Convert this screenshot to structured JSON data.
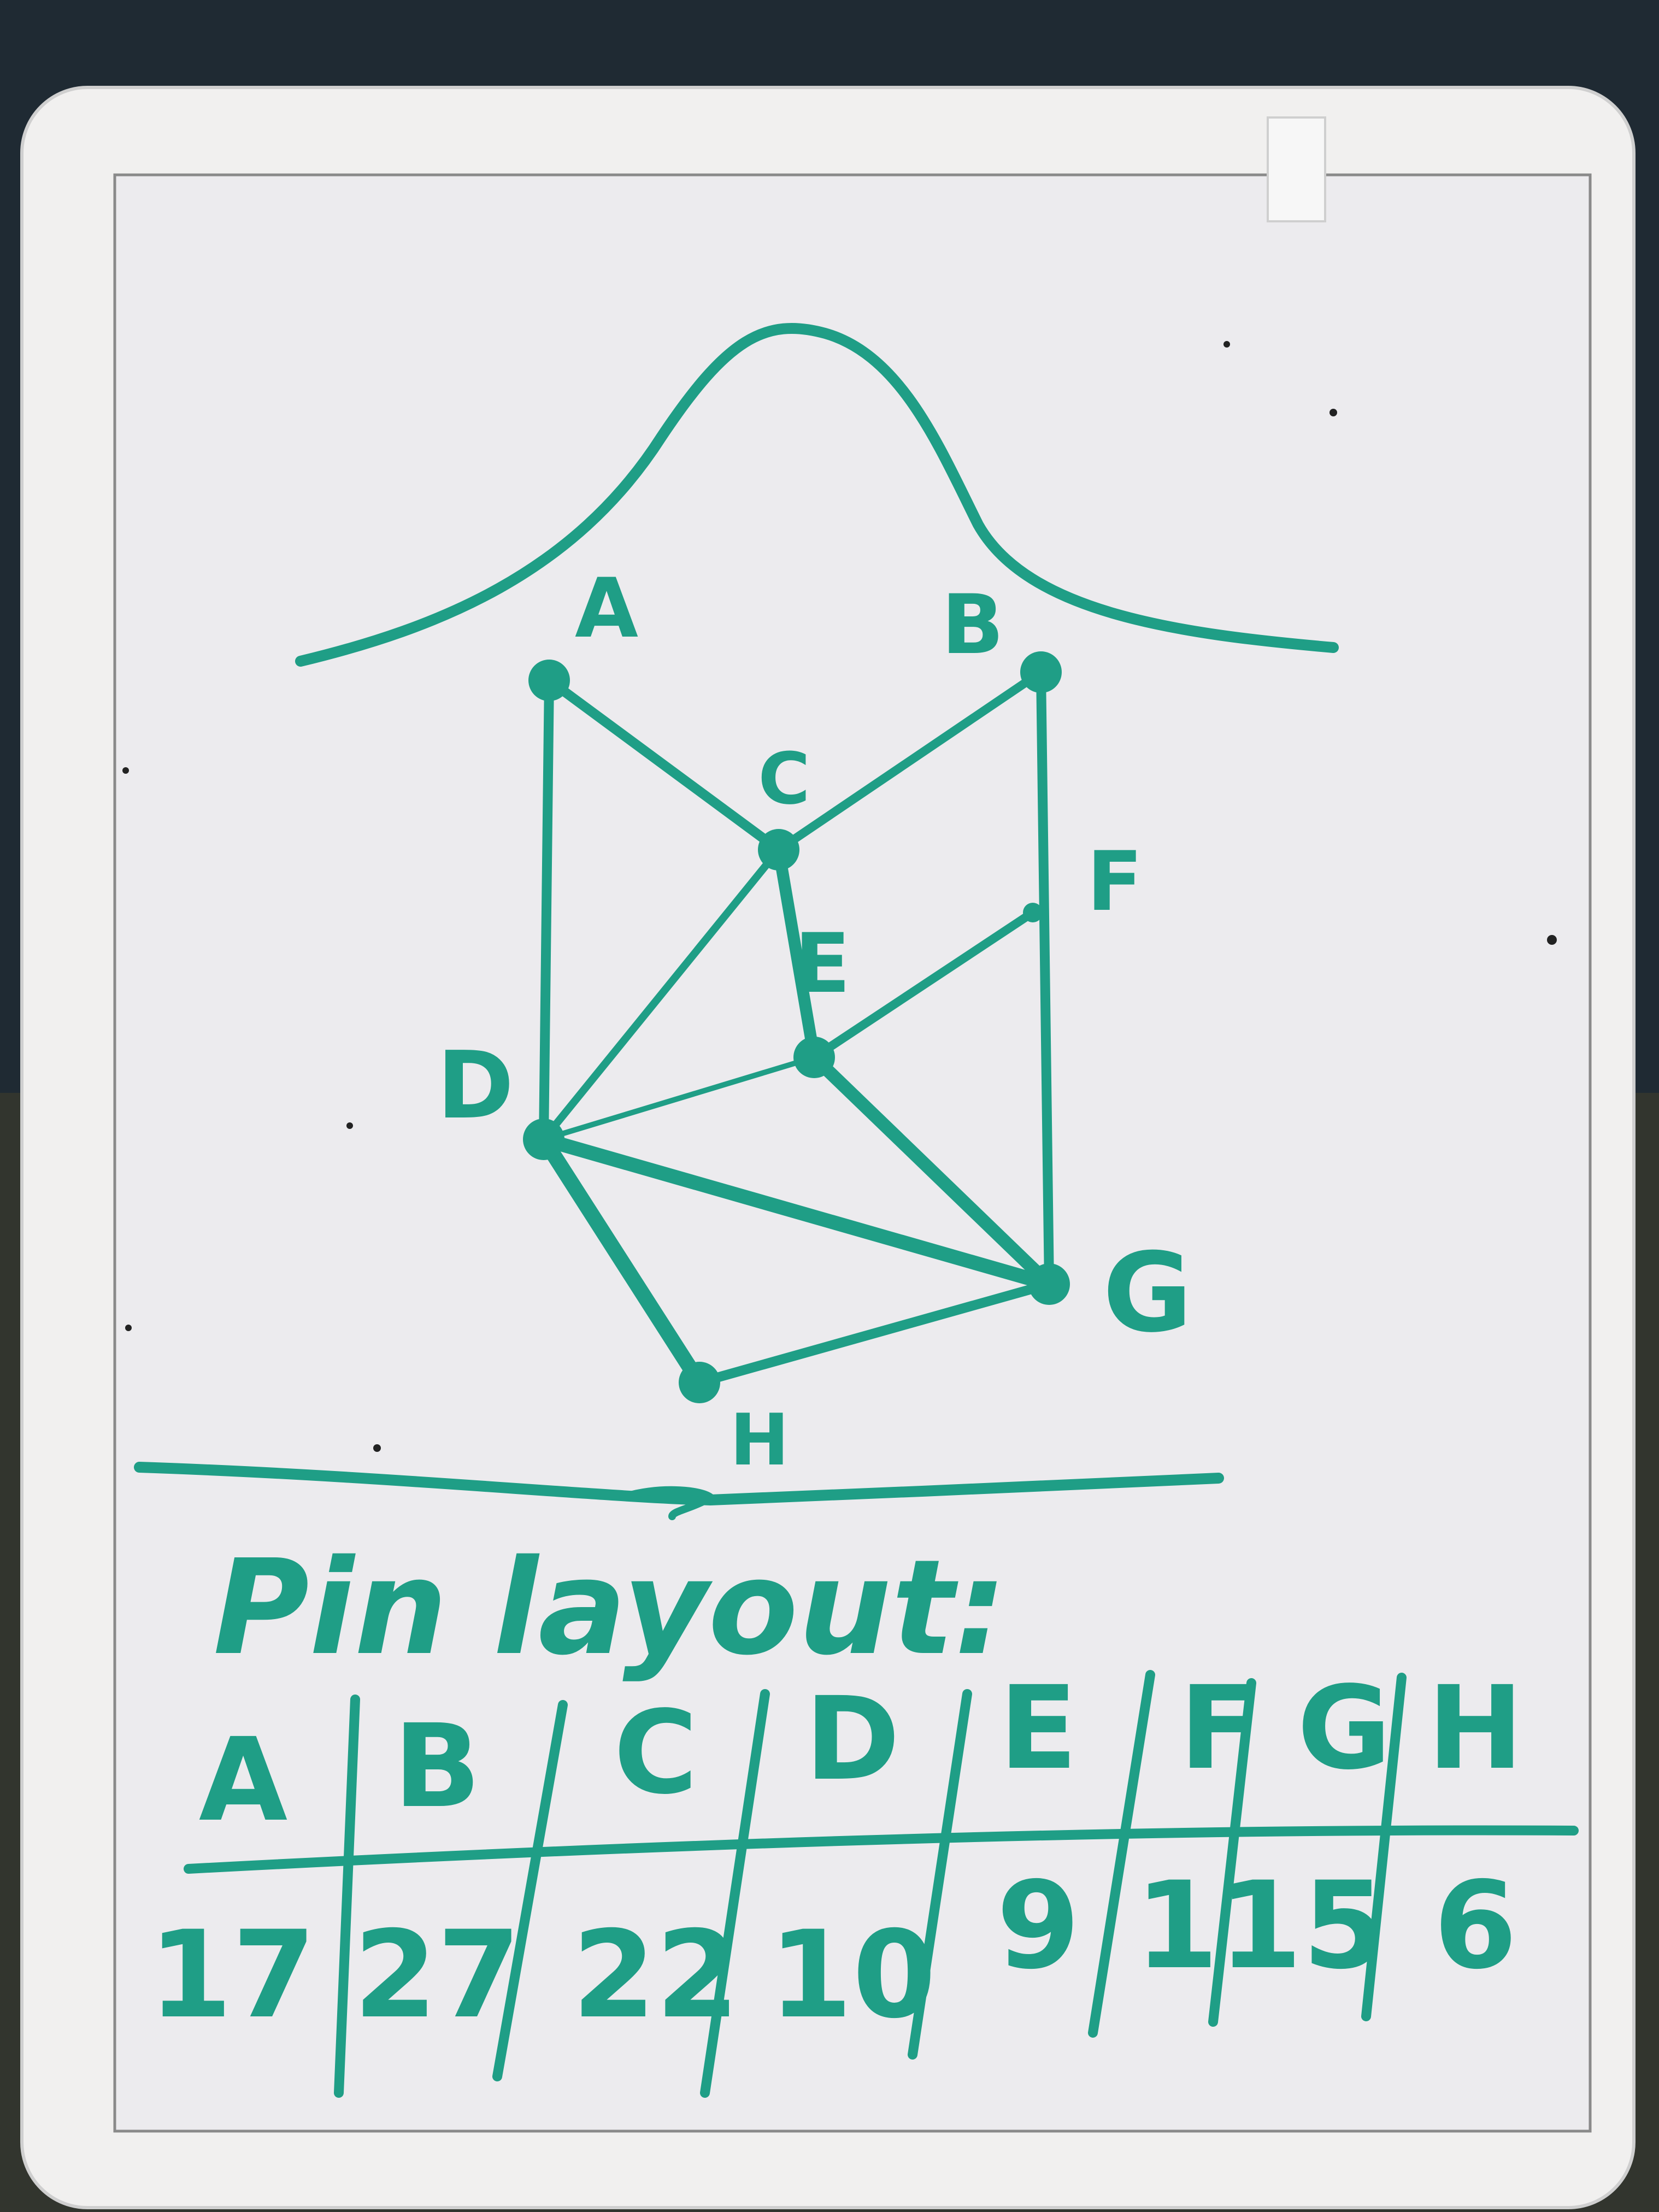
{
  "colors": {
    "marker": "#1f9e86",
    "board": "#ecebee",
    "frame": "#f3f2f1",
    "background": "#1f2a33"
  },
  "diagram": {
    "nodes": [
      {
        "id": "A",
        "label": "A"
      },
      {
        "id": "B",
        "label": "B"
      },
      {
        "id": "C",
        "label": "C"
      },
      {
        "id": "D",
        "label": "D"
      },
      {
        "id": "E",
        "label": "E"
      },
      {
        "id": "F",
        "label": "F"
      },
      {
        "id": "G",
        "label": "G"
      },
      {
        "id": "H",
        "label": "H"
      }
    ],
    "edges": [
      [
        "A",
        "C"
      ],
      [
        "A",
        "D"
      ],
      [
        "B",
        "C"
      ],
      [
        "B",
        "G"
      ],
      [
        "C",
        "D"
      ],
      [
        "C",
        "E"
      ],
      [
        "F",
        "E"
      ],
      [
        "E",
        "D"
      ],
      [
        "E",
        "G"
      ],
      [
        "D",
        "G"
      ],
      [
        "D",
        "H"
      ],
      [
        "H",
        "G"
      ]
    ]
  },
  "pin_layout": {
    "title": "Pin layout:",
    "headers": [
      "A",
      "B",
      "C",
      "D",
      "E",
      "F",
      "G",
      "H"
    ],
    "values": [
      "17",
      "27",
      "22",
      "10",
      "9",
      "11",
      "5",
      "6"
    ]
  }
}
